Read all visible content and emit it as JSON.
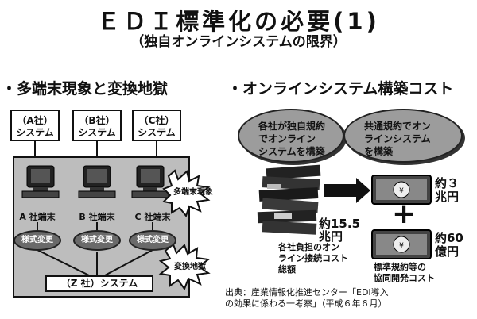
{
  "title": "ＥＤＩ標準化の必要(1)",
  "subtitle": "（独自オンラインシステムの限界）",
  "left_section": {
    "heading": "・多端末現象と変換地獄",
    "companies": [
      "（A社）\nシステム",
      "（B社）\nシステム",
      "（C社）\nシステム"
    ],
    "terminals": [
      "A 社端末",
      "B 社端末",
      "C 社端末"
    ],
    "conversions": [
      "様式変更",
      "様式変更",
      "様式変更"
    ],
    "burst_top": "多端末現象",
    "burst_bottom": "変換地獄",
    "z_system": "（Z 社）システム"
  },
  "right_section": {
    "heading": "・オンラインシステム構築コスト",
    "bubble_left": "各社が独自規約\nでオンライン\nシステムを構築",
    "bubble_right": "共通規約でオン\nラインシステム\nを構築",
    "stack_amount": "約15.5\n兆円",
    "stack_caption": "各社負担のオン\nライン接続コスト\n総額",
    "note_top_amount": "約３\n兆円",
    "plus": "+",
    "note_bottom_amount": "約60\n億円",
    "note_bottom_caption": "標準規約等の\n協同開発コスト",
    "source": "出典：産業情報化推進センター「EDI導入\nの効果に係わる一考察」（平成６年６月）"
  }
}
